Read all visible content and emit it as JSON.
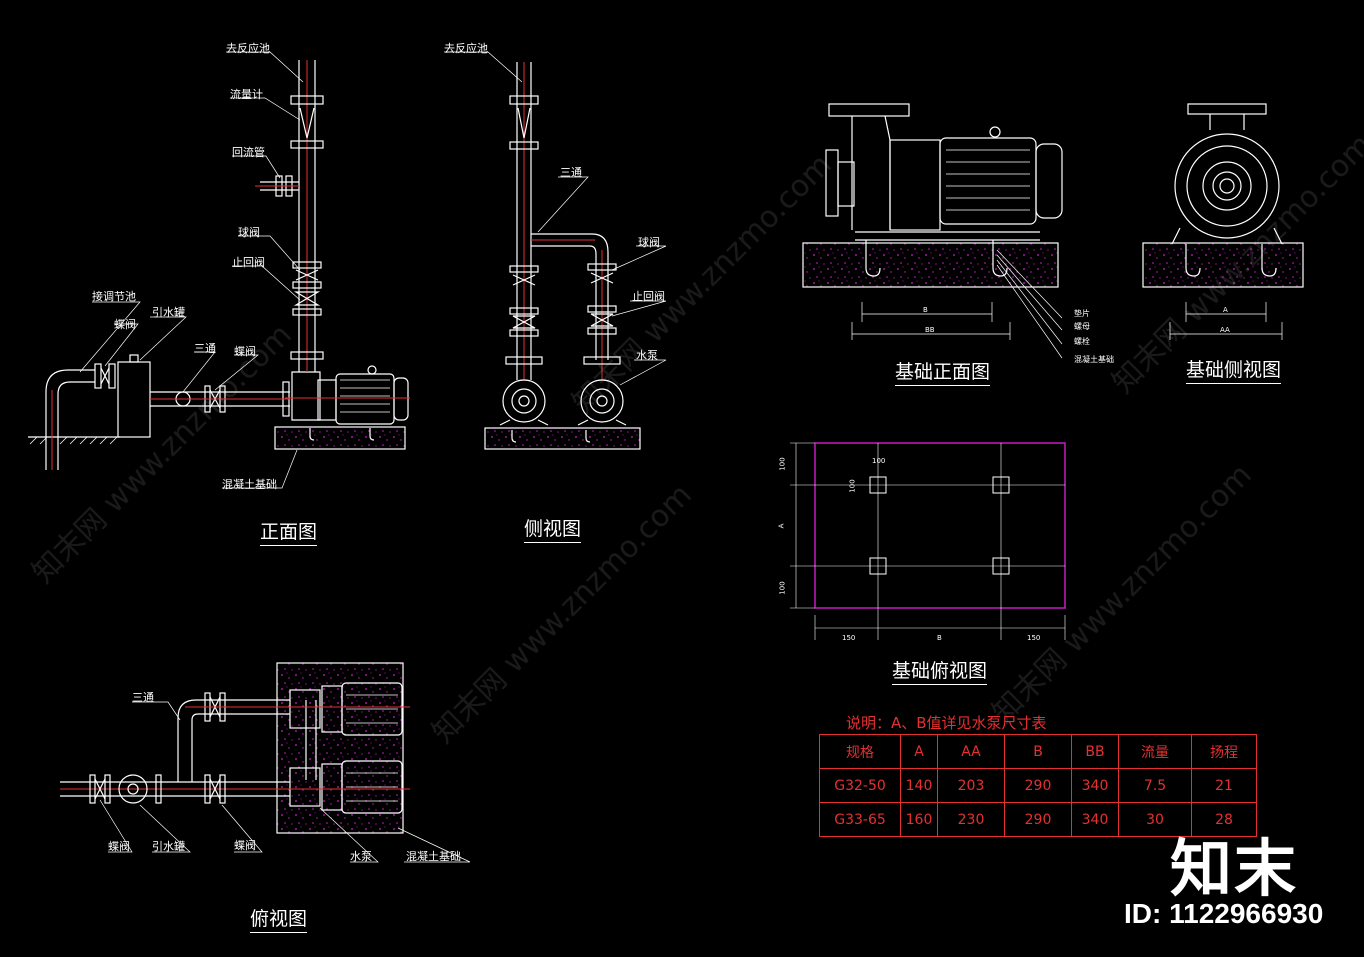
{
  "front_view": {
    "title": "正面图",
    "labels": {
      "to_reaction_tank": "去反应池",
      "flow_meter": "流量计",
      "return_pipe": "回流管",
      "ball_valve": "球阀",
      "check_valve": "止回阀",
      "regulating_tank": "接调节池",
      "butterfly_valve_1": "蝶阀",
      "priming_tank": "引水罐",
      "tee": "三通",
      "butterfly_valve_2": "蝶阀",
      "concrete_base": "混凝土基础"
    }
  },
  "side_view": {
    "title": "侧视图",
    "labels": {
      "to_reaction_tank": "去反应池",
      "tee": "三通",
      "ball_valve": "球阀",
      "check_valve": "止回阀",
      "pump": "水泵"
    }
  },
  "top_view": {
    "title": "俯视图",
    "labels": {
      "tee": "三通",
      "butterfly_valve_left": "蝶阀",
      "priming_tank": "引水罐",
      "butterfly_valve_right": "蝶阀",
      "pump": "水泵",
      "concrete_base": "混凝土基础"
    }
  },
  "base_front_view": {
    "title": "基础正面图",
    "dims": {
      "b": "B",
      "bb": "BB"
    },
    "labels": {
      "washer": "垫片",
      "nut": "螺母",
      "bolt": "螺栓",
      "concrete_base": "混凝土基础"
    }
  },
  "base_side_view": {
    "title": "基础侧视图",
    "dims": {
      "a": "A",
      "aa": "AA"
    }
  },
  "base_plan_view": {
    "title": "基础俯视图",
    "dims": {
      "top_100": "100",
      "a": "A",
      "bottom_100": "100",
      "left_150": "150",
      "b": "B",
      "right_150": "150",
      "hole_w": "100",
      "hole_h": "100"
    }
  },
  "spec_table": {
    "note": "说明：A、B值详见水泵尺寸表",
    "headers": [
      "规格",
      "A",
      "AA",
      "B",
      "BB",
      "流量",
      "扬程"
    ],
    "rows": [
      [
        "G32-50",
        "140",
        "203",
        "290",
        "340",
        "7.5",
        "21"
      ],
      [
        "G33-65",
        "160",
        "230",
        "290",
        "340",
        "30",
        "28"
      ]
    ]
  },
  "watermark": {
    "logo": "知末",
    "id": "ID: 1122966930",
    "diagonal_text": "知末网 www.znzmo.com"
  },
  "colors": {
    "background": "#000000",
    "lines": "#ffffff",
    "red": "#e53030",
    "magenta": "#d020d0"
  }
}
